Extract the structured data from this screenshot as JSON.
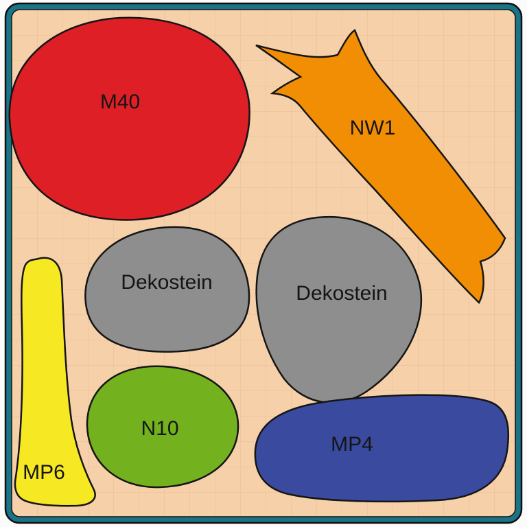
{
  "diagram": {
    "title": "stone-placement-diagram",
    "background_color": "#f6d0a9",
    "frame_color": "#1a7487",
    "outline_color": "#151515",
    "shapes": [
      {
        "id": "m40",
        "label": "M40",
        "color": "#df1f26"
      },
      {
        "id": "nw1",
        "label": "NW1",
        "color": "#f18e04"
      },
      {
        "id": "dekostein-left",
        "label": "Dekostein",
        "color": "#8e8e8e"
      },
      {
        "id": "dekostein-right",
        "label": "Dekostein",
        "color": "#8e8e8e"
      },
      {
        "id": "mp6",
        "label": "MP6",
        "color": "#f7e824"
      },
      {
        "id": "n10",
        "label": "N10",
        "color": "#73b21e"
      },
      {
        "id": "mp4",
        "label": "MP4",
        "color": "#3a4a9f"
      }
    ]
  }
}
